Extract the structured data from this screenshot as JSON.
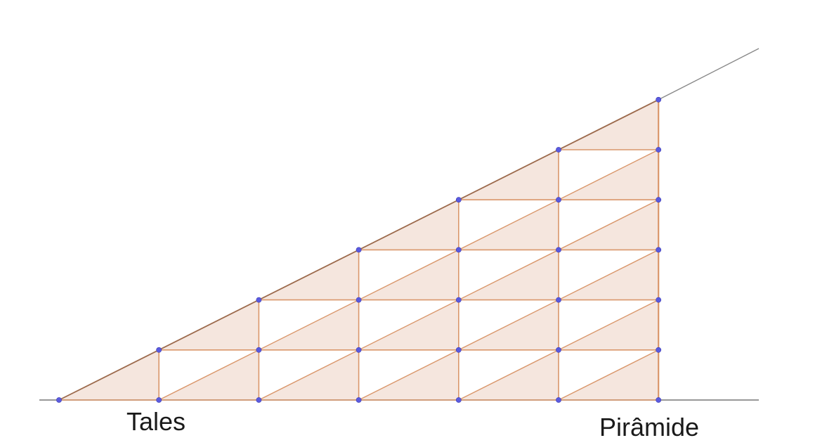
{
  "labels": {
    "left": "Tales",
    "right": "Pirâmide"
  },
  "grid": {
    "columns": 6,
    "rows": 6
  },
  "colors": {
    "fill": "#f5e6de",
    "edge": "#d9966a",
    "hypotenuse": "#9c6a4c",
    "axis": "#777777",
    "ray": "#888888",
    "point": "#5a5ae0",
    "background": "#ffffff"
  }
}
